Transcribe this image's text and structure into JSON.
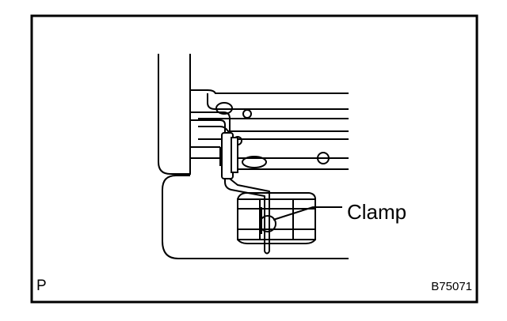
{
  "figure": {
    "callout_label": "Clamp",
    "view_letter": "P",
    "figure_code": "B75071"
  },
  "colors": {
    "ink": "#000000",
    "paper": "#ffffff"
  }
}
